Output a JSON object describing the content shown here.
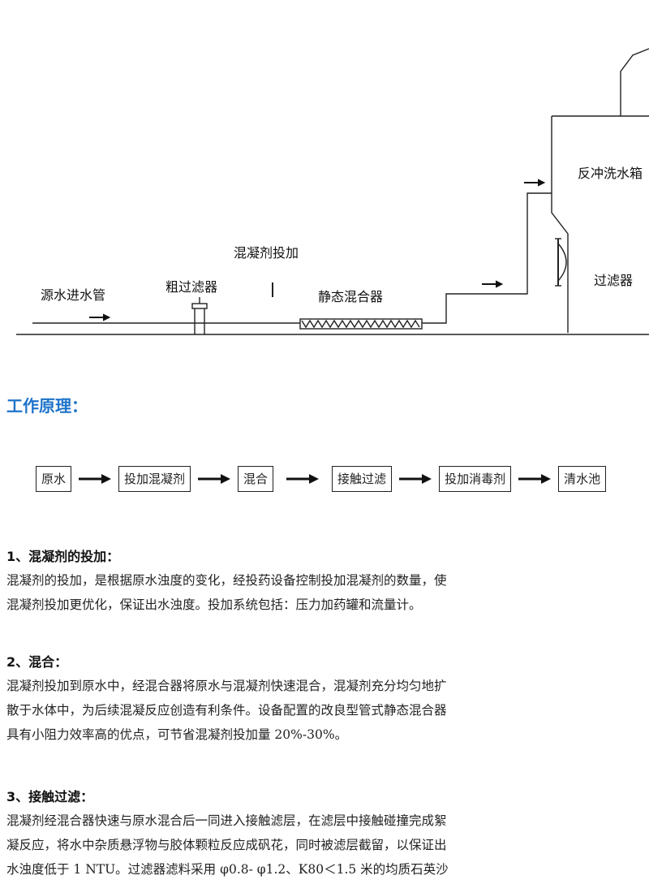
{
  "diagram": {
    "labels": {
      "source_pipe": "源水进水管",
      "coarse_filter": "粗过滤器",
      "coagulant_dosing": "混凝剂投加",
      "static_mixer": "静态混合器",
      "backwash_tank": "反冲洗水箱",
      "filter": "过滤器"
    }
  },
  "section_title": "工作原理：",
  "flow_steps": [
    "原水",
    "投加混凝剂",
    "混合",
    "接触过滤",
    "投加消毒剂",
    "清水池"
  ],
  "sections": [
    {
      "heading": "1、混凝剂的投加：",
      "lines": [
        "混凝剂的投加，是根据原水浊度的变化，经投药设备控制投加混凝剂的数量，使",
        "混凝剂投加更优化，保证出水浊度。投加系统包括：压力加药罐和流量计。"
      ]
    },
    {
      "heading": "2、混合：",
      "lines": [
        "混凝剂投加到原水中，经混合器将原水与混凝剂快速混合，混凝剂充分均匀地扩",
        "散于水体中，为后续混凝反应创造有利条件。设备配置的改良型管式静态混合器",
        "具有小阻力效率高的优点，可节省混凝剂投加量 20%-30%。"
      ]
    },
    {
      "heading": "3、接触过滤：",
      "lines": [
        "混凝剂经混合器快速与原水混合后一同进入接触滤层，在滤层中接触碰撞完成絮",
        "凝反应，将水中杂质悬浮物与胶体颗粒反应成矾花，同时被滤层截留，以保证出",
        "水浊度低于 1 NTU。过滤器滤料采用 φ0.8- φ1.2、K80＜1.5 米的均质石英沙"
      ]
    }
  ]
}
